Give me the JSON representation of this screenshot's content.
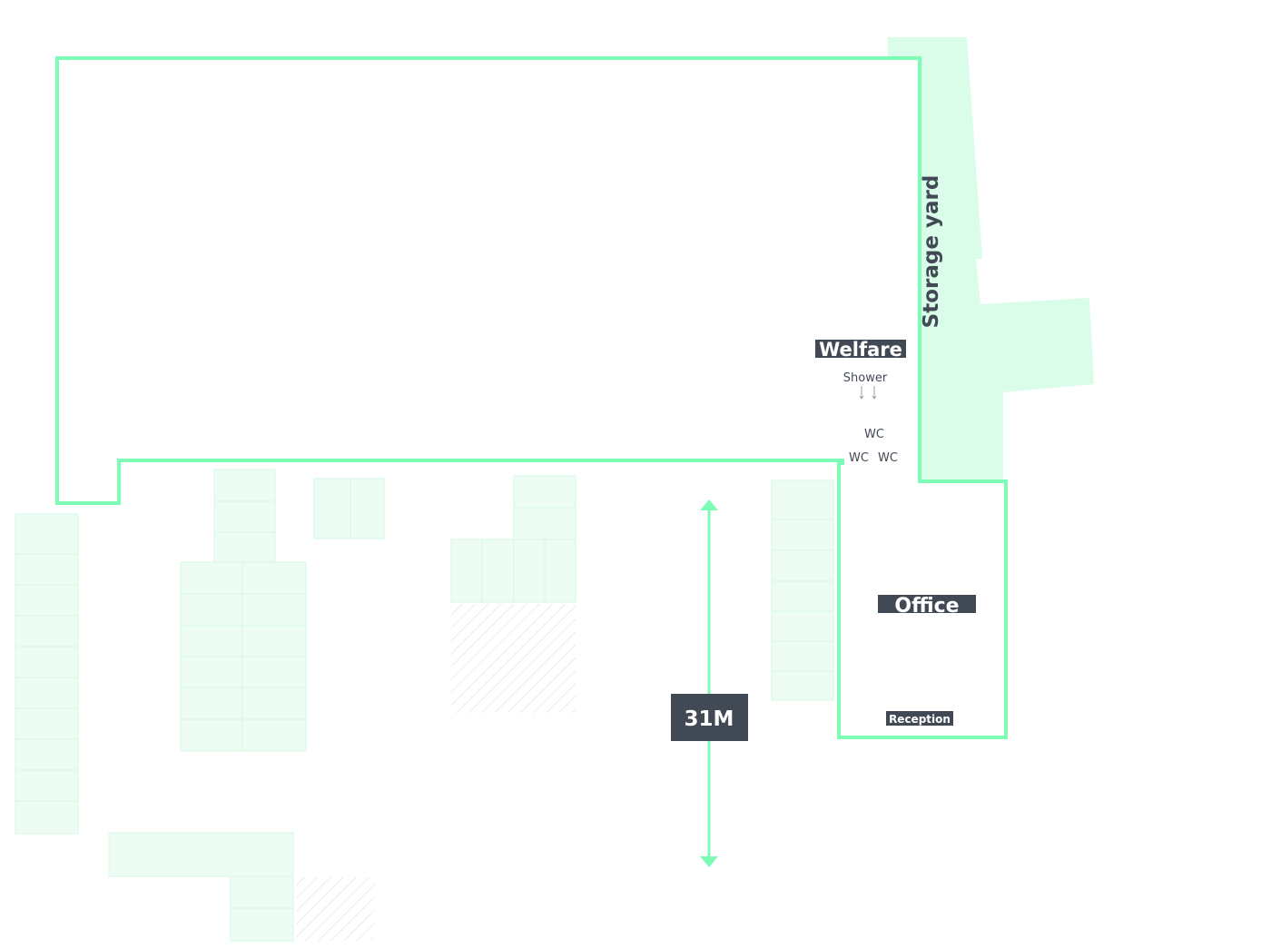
{
  "labels": {
    "storage_yard": "Storage yard",
    "welfare": "Welfare",
    "shower": "Shower",
    "wc_top": "WC",
    "wc_left": "WC",
    "wc_right": "WC",
    "office": "Office",
    "reception": "Reception",
    "dimension": "31M"
  },
  "colors": {
    "outline": "#7dfcb5",
    "zone_fill": "#dafdea",
    "label_background": "#414a54"
  }
}
